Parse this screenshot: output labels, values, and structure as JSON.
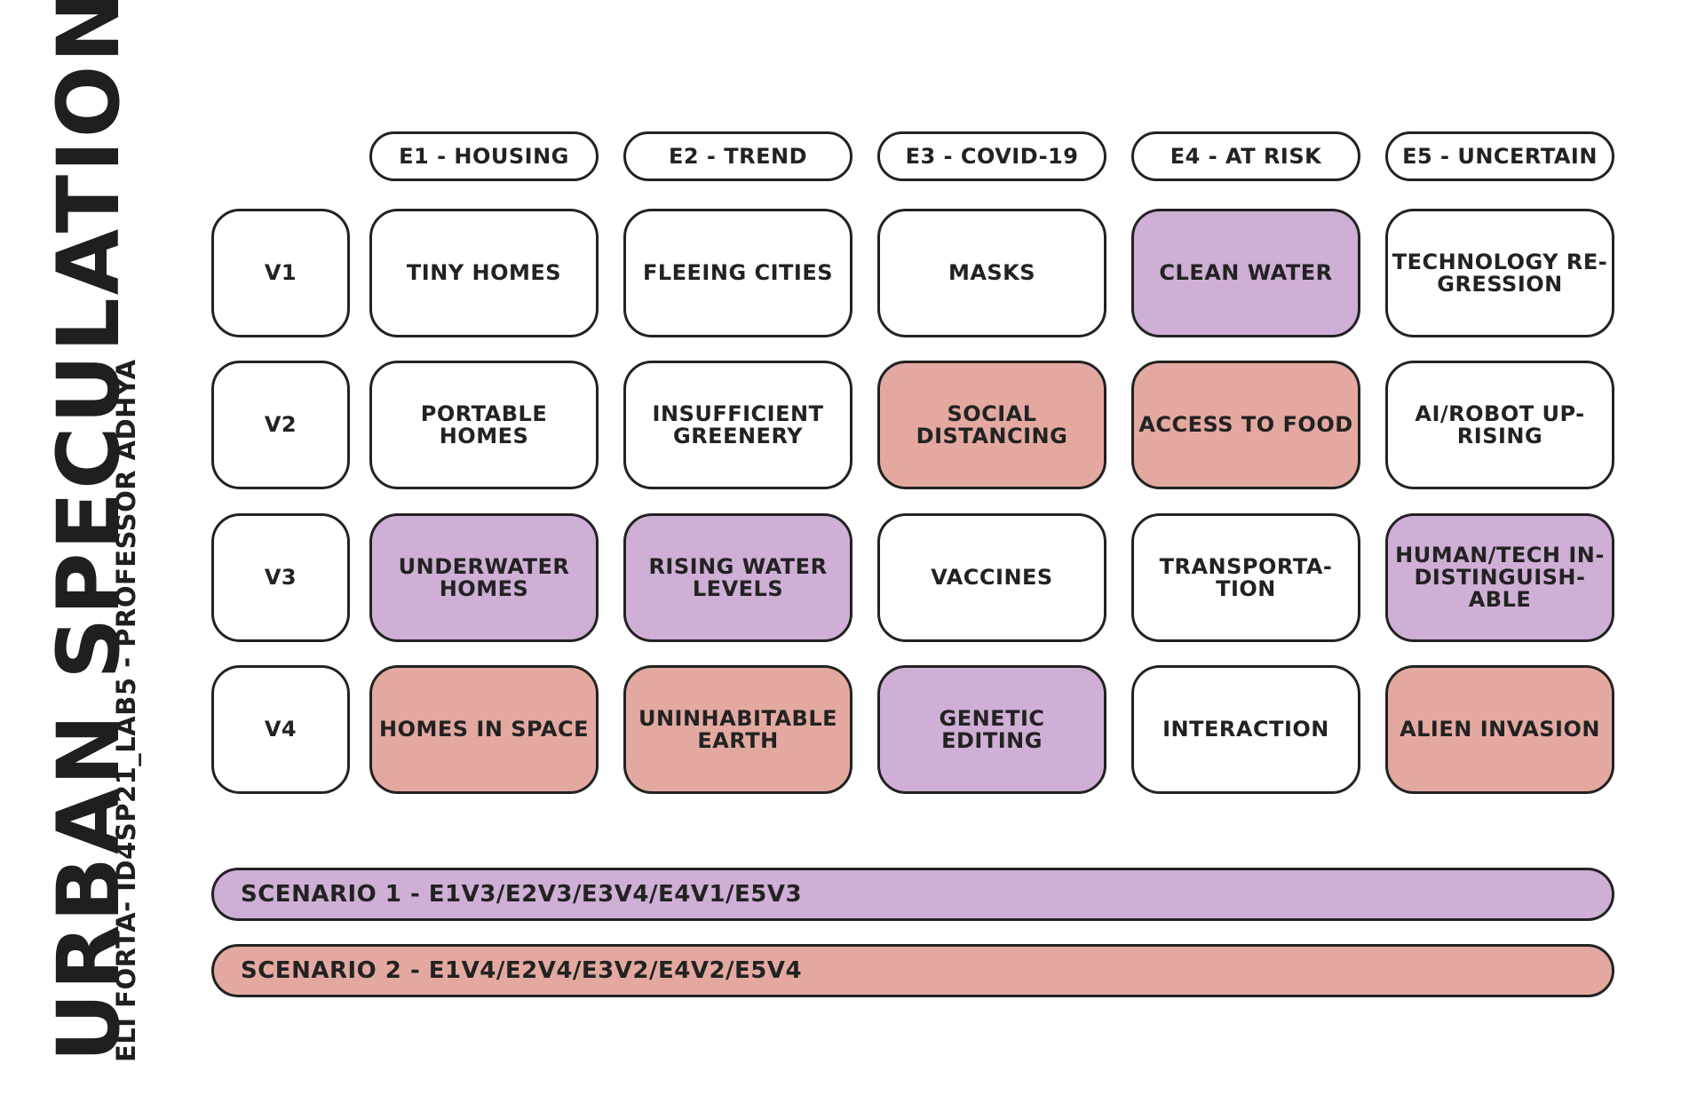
{
  "title": "URBAN SPECULATION",
  "subtitle": "ELI FORTA- ID4SP21_LAB5 - PROFESSOR ADHYA",
  "colors": {
    "purple": "#cfafd6",
    "salmon": "#e3a9a0",
    "white": "#ffffff",
    "border": "#222222"
  },
  "columns": [
    "E1 - HOUSING",
    "E2 - TREND",
    "E3 - COVID-19",
    "E4 - AT RISK",
    "E5 - UNCERTAIN"
  ],
  "rows": [
    {
      "label": "V1",
      "cells": [
        {
          "text": "TINY HOMES",
          "color": "white"
        },
        {
          "text": "FLEEING CITIES",
          "color": "white"
        },
        {
          "text": "MASKS",
          "color": "white"
        },
        {
          "text": "CLEAN WATER",
          "color": "purple"
        },
        {
          "text": "TECHNOLOGY RE-\nGRESSION",
          "color": "white"
        }
      ]
    },
    {
      "label": "V2",
      "cells": [
        {
          "text": "PORTABLE\nHOMES",
          "color": "white"
        },
        {
          "text": "INSUFFICIENT\nGREENERY",
          "color": "white"
        },
        {
          "text": "SOCIAL\nDISTANCING",
          "color": "salmon"
        },
        {
          "text": "ACCESS TO FOOD",
          "color": "salmon"
        },
        {
          "text": "AI/ROBOT UP-\nRISING",
          "color": "white"
        }
      ]
    },
    {
      "label": "V3",
      "cells": [
        {
          "text": "UNDERWATER\nHOMES",
          "color": "purple"
        },
        {
          "text": "RISING WATER\nLEVELS",
          "color": "purple"
        },
        {
          "text": "VACCINES",
          "color": "white"
        },
        {
          "text": "TRANSPORTA-\nTION",
          "color": "white"
        },
        {
          "text": "HUMAN/TECH IN-\nDISTINGUISH-\nABLE",
          "color": "purple"
        }
      ]
    },
    {
      "label": "V4",
      "cells": [
        {
          "text": "HOMES IN SPACE",
          "color": "salmon"
        },
        {
          "text": "UNINHABITABLE\nEARTH",
          "color": "salmon"
        },
        {
          "text": "GENETIC\nEDITING",
          "color": "purple"
        },
        {
          "text": "INTERACTION",
          "color": "white"
        },
        {
          "text": "ALIEN INVASION",
          "color": "salmon"
        }
      ]
    }
  ],
  "scenarios": [
    {
      "text": "SCENARIO 1 - E1V3/E2V3/E3V4/E4V1/E5V3",
      "color": "purple"
    },
    {
      "text": "SCENARIO 2 - E1V4/E2V4/E3V2/E4V2/E5V4",
      "color": "salmon"
    }
  ]
}
